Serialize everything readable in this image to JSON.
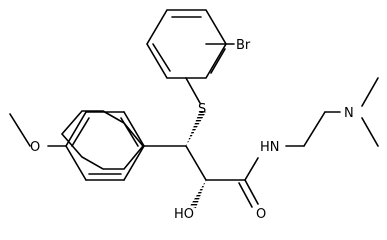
{
  "structure": {
    "atoms": {
      "br": "Br",
      "s": "S",
      "o_methoxy": "O",
      "nh": "HN",
      "ho": "HO",
      "o_carbonyl": "O",
      "n_dimethyl": "N"
    }
  }
}
